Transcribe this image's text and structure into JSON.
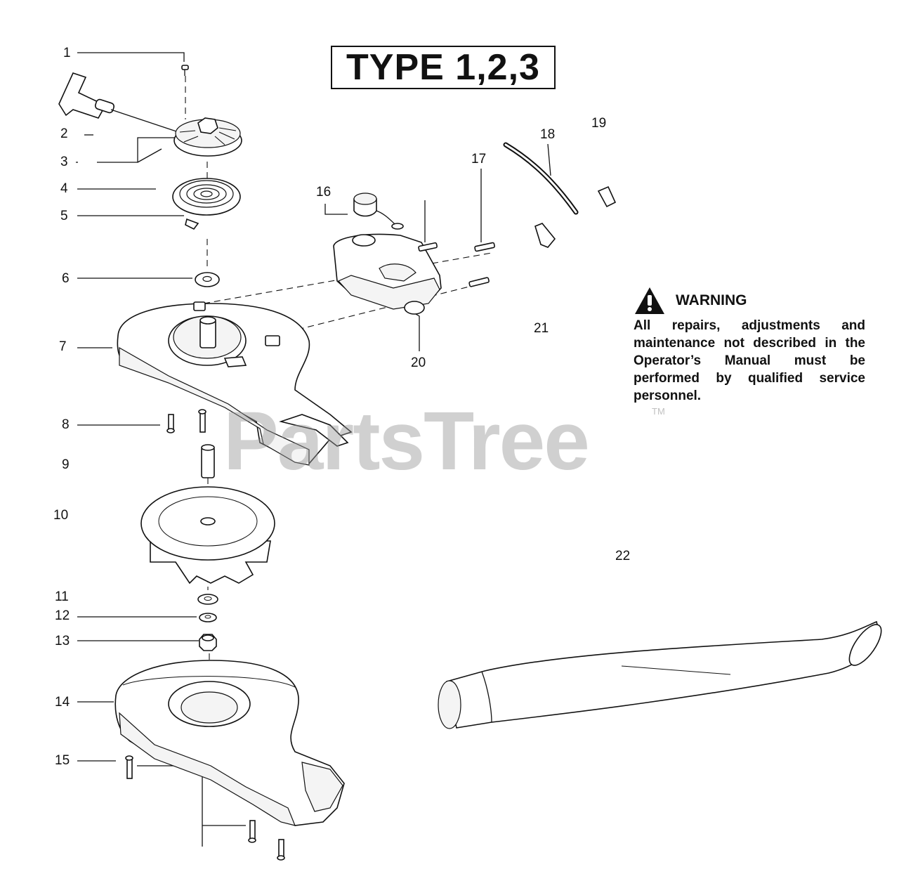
{
  "header": {
    "title": "TYPE 1,2,3"
  },
  "warning": {
    "icon": "warning-triangle-icon",
    "label": "WARNING",
    "text": "All repairs, adjustments and maintenance not described in the Operator’s Manual must be performed by qualified service personnel."
  },
  "watermark": {
    "text": "PartsTree",
    "tm": "TM"
  },
  "callouts": [
    "1",
    "2",
    "3",
    "4",
    "5",
    "6",
    "7",
    "8",
    "9",
    "10",
    "11",
    "12",
    "13",
    "14",
    "15",
    "16",
    "17",
    "18",
    "19",
    "20",
    "21",
    "22"
  ]
}
